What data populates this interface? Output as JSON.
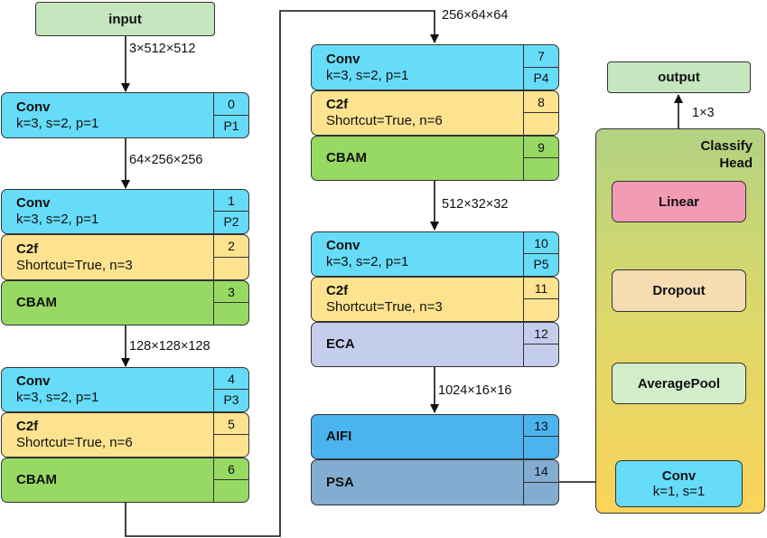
{
  "input_label": "input",
  "output_label": "output",
  "head_title_line1": "Classify",
  "head_title_line2": "Head",
  "shapes": [
    "3×512×512",
    "64×256×256",
    "128×128×128",
    "256×64×64",
    "512×32×32",
    "1024×16×16",
    "1×3"
  ],
  "blocks": [
    {
      "title": "Conv",
      "sub": "k=3, s=2, p=1",
      "index": "0",
      "tag": "P1"
    },
    {
      "title": "Conv",
      "sub": "k=3, s=2, p=1",
      "index": "1",
      "tag": "P2"
    },
    {
      "title": "C2f",
      "sub": "Shortcut=True, n=3",
      "index": "2",
      "tag": ""
    },
    {
      "title": "CBAM",
      "sub": "",
      "index": "3",
      "tag": ""
    },
    {
      "title": "Conv",
      "sub": "k=3, s=2, p=1",
      "index": "4",
      "tag": "P3"
    },
    {
      "title": "C2f",
      "sub": "Shortcut=True, n=6",
      "index": "5",
      "tag": ""
    },
    {
      "title": "CBAM",
      "sub": "",
      "index": "6",
      "tag": ""
    },
    {
      "title": "Conv",
      "sub": "k=3, s=2, p=1",
      "index": "7",
      "tag": "P4"
    },
    {
      "title": "C2f",
      "sub": "Shortcut=True, n=6",
      "index": "8",
      "tag": ""
    },
    {
      "title": "CBAM",
      "sub": "",
      "index": "9",
      "tag": ""
    },
    {
      "title": "Conv",
      "sub": "k=3, s=2, p=1",
      "index": "10",
      "tag": "P5"
    },
    {
      "title": "C2f",
      "sub": "Shortcut=True, n=3",
      "index": "11",
      "tag": ""
    },
    {
      "title": "ECA",
      "sub": "",
      "index": "12",
      "tag": ""
    },
    {
      "title": "AIFI",
      "sub": "",
      "index": "13",
      "tag": ""
    },
    {
      "title": "PSA",
      "sub": "",
      "index": "14",
      "tag": ""
    }
  ],
  "head_layers": {
    "conv_title": "Conv",
    "conv_sub": "k=1, s=1",
    "pool": "AveragePool",
    "dropout": "Dropout",
    "linear": "Linear"
  },
  "colors": {
    "conv": "#66dcf8",
    "c2f": "#fde38f",
    "cbam": "#97d963",
    "eca": "#c5cdec",
    "aifi": "#4bb4ee",
    "psa": "#82acd0",
    "linear": "#f19bb5",
    "dropout": "#f5dcb1",
    "pool": "#d3edcb",
    "io": "#c5e6bf"
  }
}
